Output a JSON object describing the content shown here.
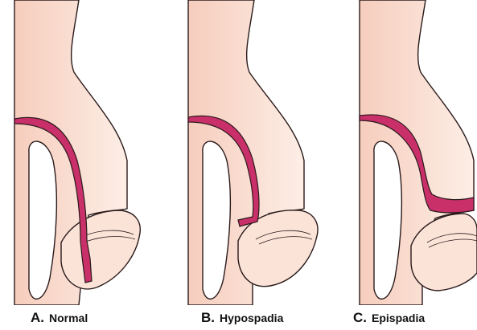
{
  "panels": [
    {
      "letter": "A.",
      "name": "Normal"
    },
    {
      "letter": "B.",
      "name": "Hypospadia"
    },
    {
      "letter": "C.",
      "name": "Epispadia"
    }
  ],
  "colors": {
    "skin": "#f8d5c7",
    "skin_light": "#fde9df",
    "outline": "#2a1a1a",
    "urethra": "#c9306a",
    "background": "#ffffff"
  }
}
